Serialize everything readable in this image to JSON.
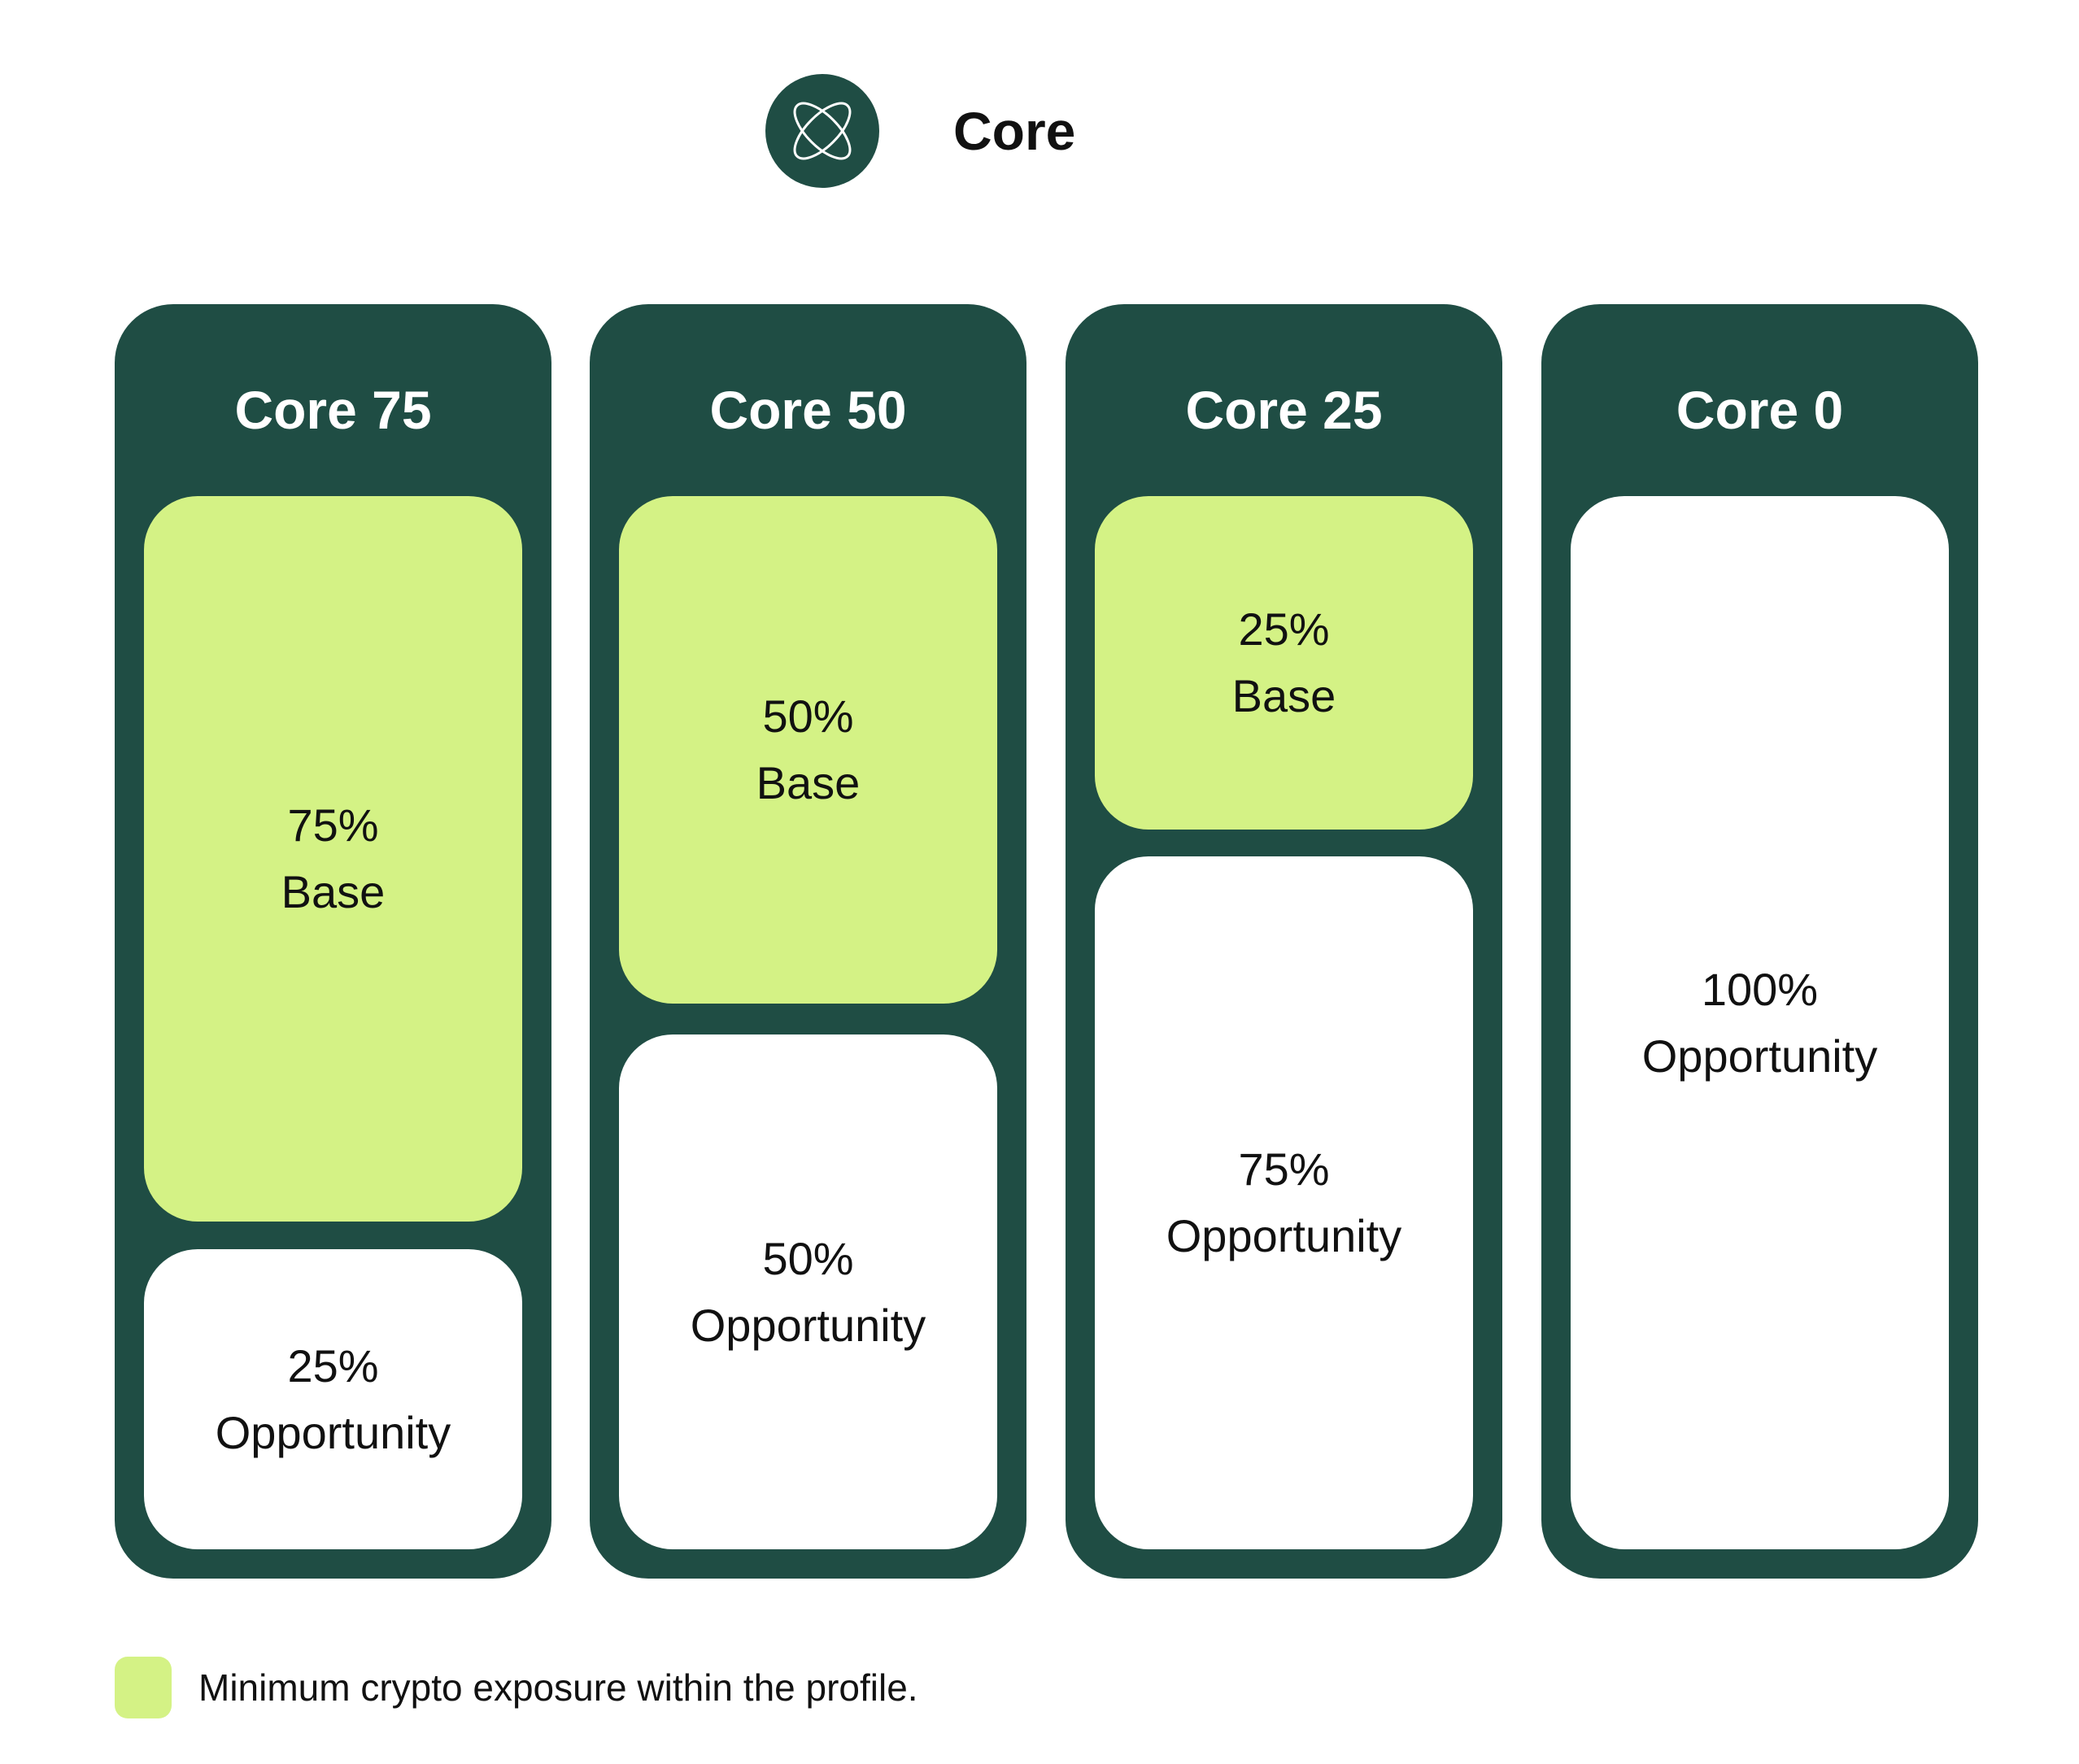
{
  "header": {
    "title": "Core",
    "icon": "orbit-icon"
  },
  "colors": {
    "dark": "#1f4d44",
    "base": "#d4f285",
    "opportunity": "#ffffff"
  },
  "columns": [
    {
      "title": "Core 75",
      "base": {
        "pct": "75%",
        "label": "Base",
        "value": 75
      },
      "opportunity": {
        "pct": "25%",
        "label": "Opportunity",
        "value": 25
      }
    },
    {
      "title": "Core 50",
      "base": {
        "pct": "50%",
        "label": "Base",
        "value": 50
      },
      "opportunity": {
        "pct": "50%",
        "label": "Opportunity",
        "value": 50
      }
    },
    {
      "title": "Core 25",
      "base": {
        "pct": "25%",
        "label": "Base",
        "value": 25
      },
      "opportunity": {
        "pct": "75%",
        "label": "Opportunity",
        "value": 75
      }
    },
    {
      "title": "Core 0",
      "opportunity": {
        "pct": "100%",
        "label": "Opportunity",
        "value": 100
      }
    }
  ],
  "legend": {
    "text": "Minimum crypto exposure within the profile."
  }
}
